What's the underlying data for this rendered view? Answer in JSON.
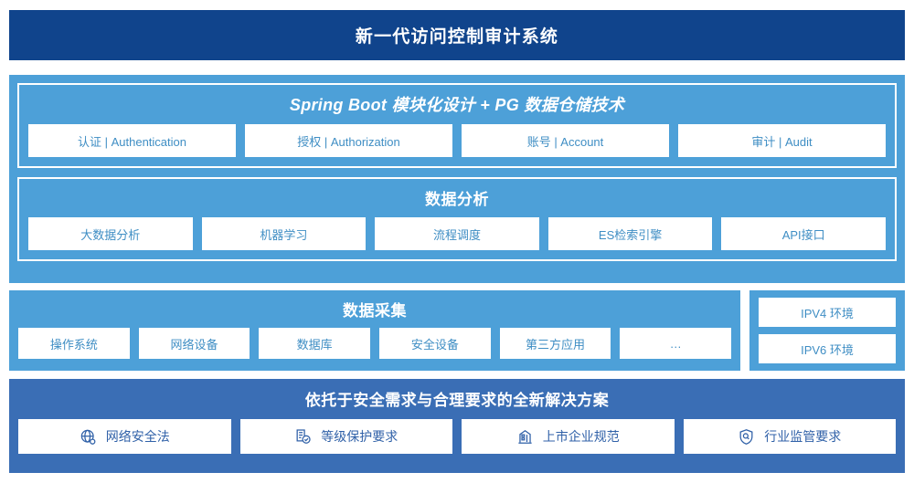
{
  "header": {
    "title": "新一代访问控制审计系统"
  },
  "architecture": {
    "platform": {
      "title": "Spring Boot 模块化设计 + PG 数据仓储技术",
      "cards": [
        {
          "label": "认证 | Authentication"
        },
        {
          "label": "授权 | Authorization"
        },
        {
          "label": "账号 | Account"
        },
        {
          "label": "审计 | Audit"
        }
      ]
    },
    "analysis": {
      "title": "数据分析",
      "cards": [
        {
          "label": "大数据分析"
        },
        {
          "label": "机器学习"
        },
        {
          "label": "流程调度"
        },
        {
          "label": "ES检索引擎"
        },
        {
          "label": "API接口"
        }
      ]
    }
  },
  "collection": {
    "title": "数据采集",
    "cards": [
      {
        "label": "操作系统"
      },
      {
        "label": "网络设备"
      },
      {
        "label": "数据库"
      },
      {
        "label": "安全设备"
      },
      {
        "label": "第三方应用"
      },
      {
        "label": "…"
      }
    ],
    "environments": [
      {
        "label": "IPV4 环境"
      },
      {
        "label": "IPV6 环境"
      }
    ]
  },
  "compliance": {
    "title": "依托于安全需求与合理要求的全新解决方案",
    "cards": [
      {
        "label": "网络安全法",
        "icon": "globe-icon"
      },
      {
        "label": "等级保护要求",
        "icon": "document-check-icon"
      },
      {
        "label": "上市企业规范",
        "icon": "bank-building-icon"
      },
      {
        "label": "行业监管要求",
        "icon": "shield-search-icon"
      }
    ]
  },
  "colors": {
    "header_blue": "#10448c",
    "panel_blue": "#4da0d8",
    "compliance_blue": "#3a6eb5",
    "card_text_blue": "#3f8ec4",
    "compliance_text_blue": "#3061a8",
    "card_white": "#ffffff"
  }
}
